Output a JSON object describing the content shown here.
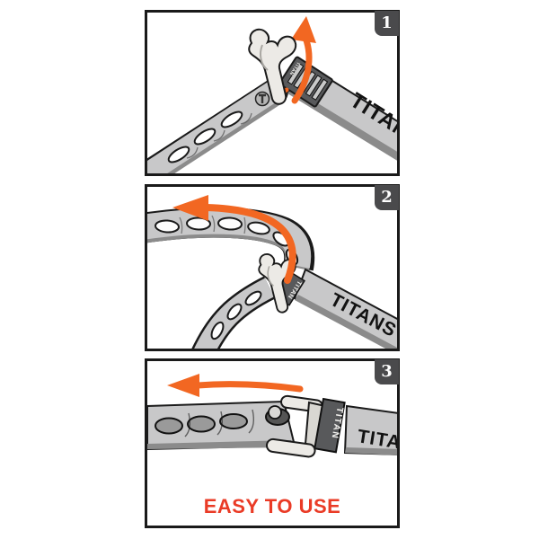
{
  "colors": {
    "accent_orange": "#f26722",
    "caption_red": "#ea3b26",
    "badge_bg": "#4a4a4c",
    "badge_text": "#ffffff",
    "strap_gray": "#c8c8c9",
    "strap_shadow": "#8b8b8b",
    "dark_gray": "#58595b",
    "metal": "#eceae6",
    "outline": "#1a1a1a",
    "hole_dark": "#9a9a9a"
  },
  "panels": [
    {
      "number": "1",
      "strap_label": "TITAN",
      "grip_label": "TITAN",
      "arrow_direction": "curved-up"
    },
    {
      "number": "2",
      "strap_label": "TITANS",
      "buckle_label": "TITAN",
      "arrow_direction": "curved-left"
    },
    {
      "number": "3",
      "strap_label": "TITAN",
      "buckle_label": "TITAN",
      "arrow_direction": "straight-left",
      "caption": "EASY TO USE"
    }
  ]
}
